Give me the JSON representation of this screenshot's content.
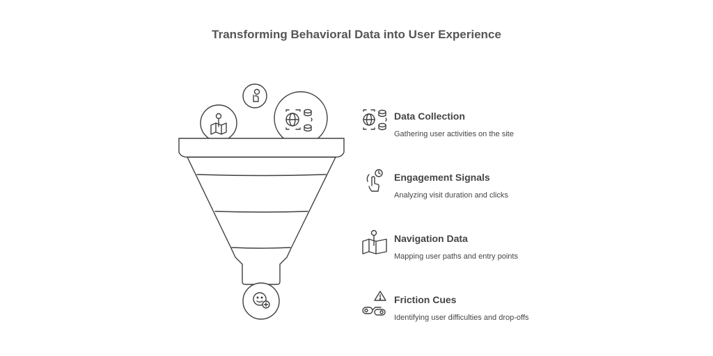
{
  "title": "Transforming Behavioral Data into User Experience",
  "items": [
    {
      "label": "Data Collection",
      "description": "Gathering user activities on the site",
      "icon": "globe-database-icon"
    },
    {
      "label": "Engagement Signals",
      "description": "Analyzing visit duration and clicks",
      "icon": "touch-clock-icon"
    },
    {
      "label": "Navigation Data",
      "description": "Mapping user paths and entry points",
      "icon": "map-pin-icon"
    },
    {
      "label": "Friction Cues",
      "description": "Identifying user difficulties and drop-offs",
      "icon": "warning-chain-icon"
    }
  ],
  "funnel_icons": [
    "map-pin-icon",
    "touch-icon",
    "globe-database-icon"
  ],
  "funnel_output_icon": "smiley-plus-icon",
  "colors": {
    "stroke": "#3f3f3f",
    "text": "#444444",
    "background": "#ffffff"
  }
}
